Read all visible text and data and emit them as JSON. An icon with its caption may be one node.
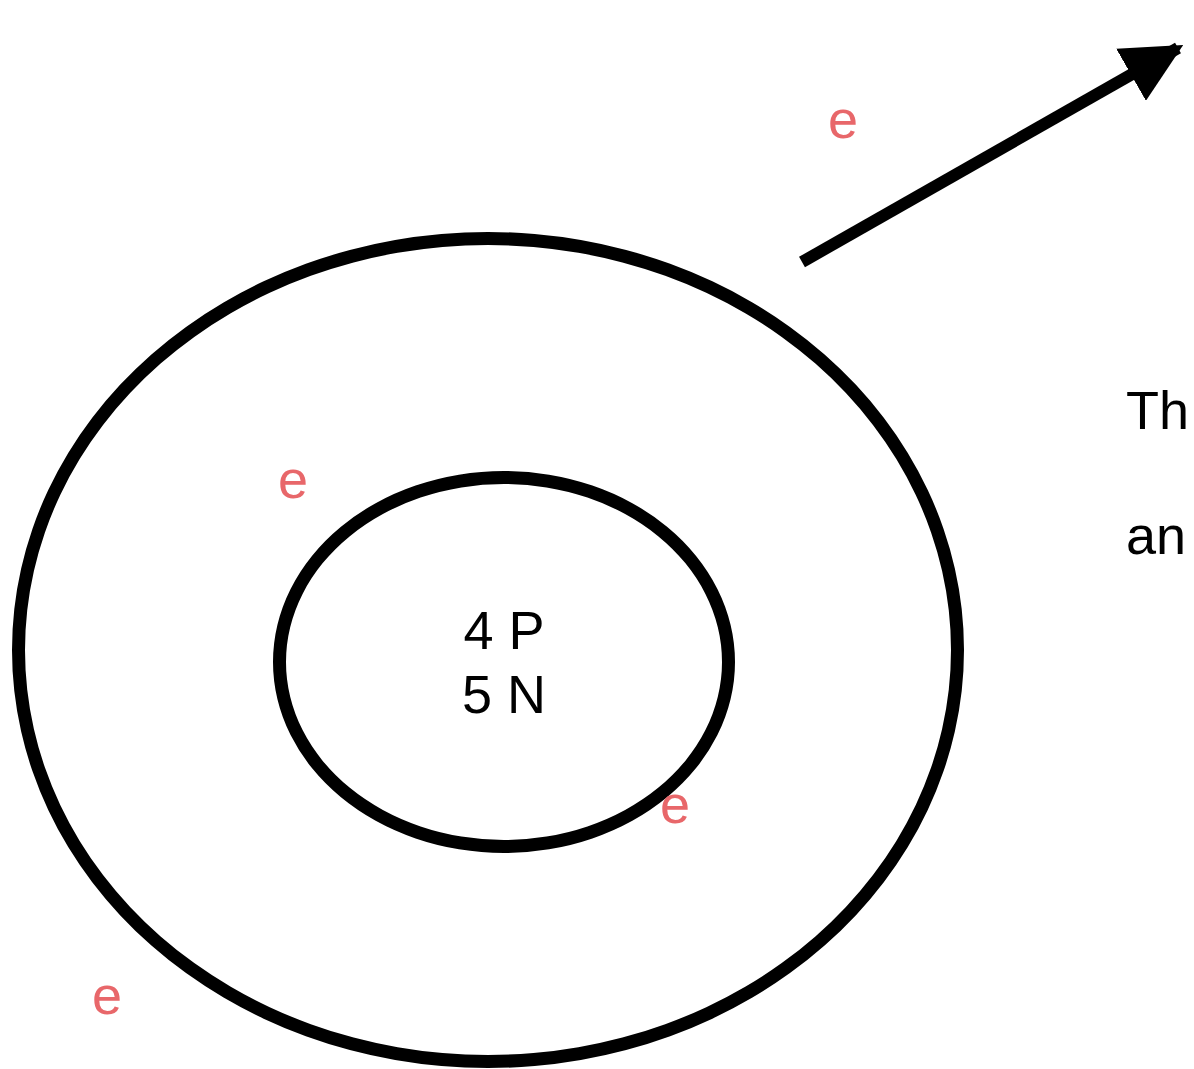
{
  "diagram": {
    "nodes": [
      {
        "text": [],
        "shape": "circle"
      },
      {
        "text": [
          "4 P 5 N"
        ],
        "in": 0
      }
    ],
    "labels": [
      "e",
      "Th",
      "e",
      "an",
      "e",
      "e"
    ]
  }
}
